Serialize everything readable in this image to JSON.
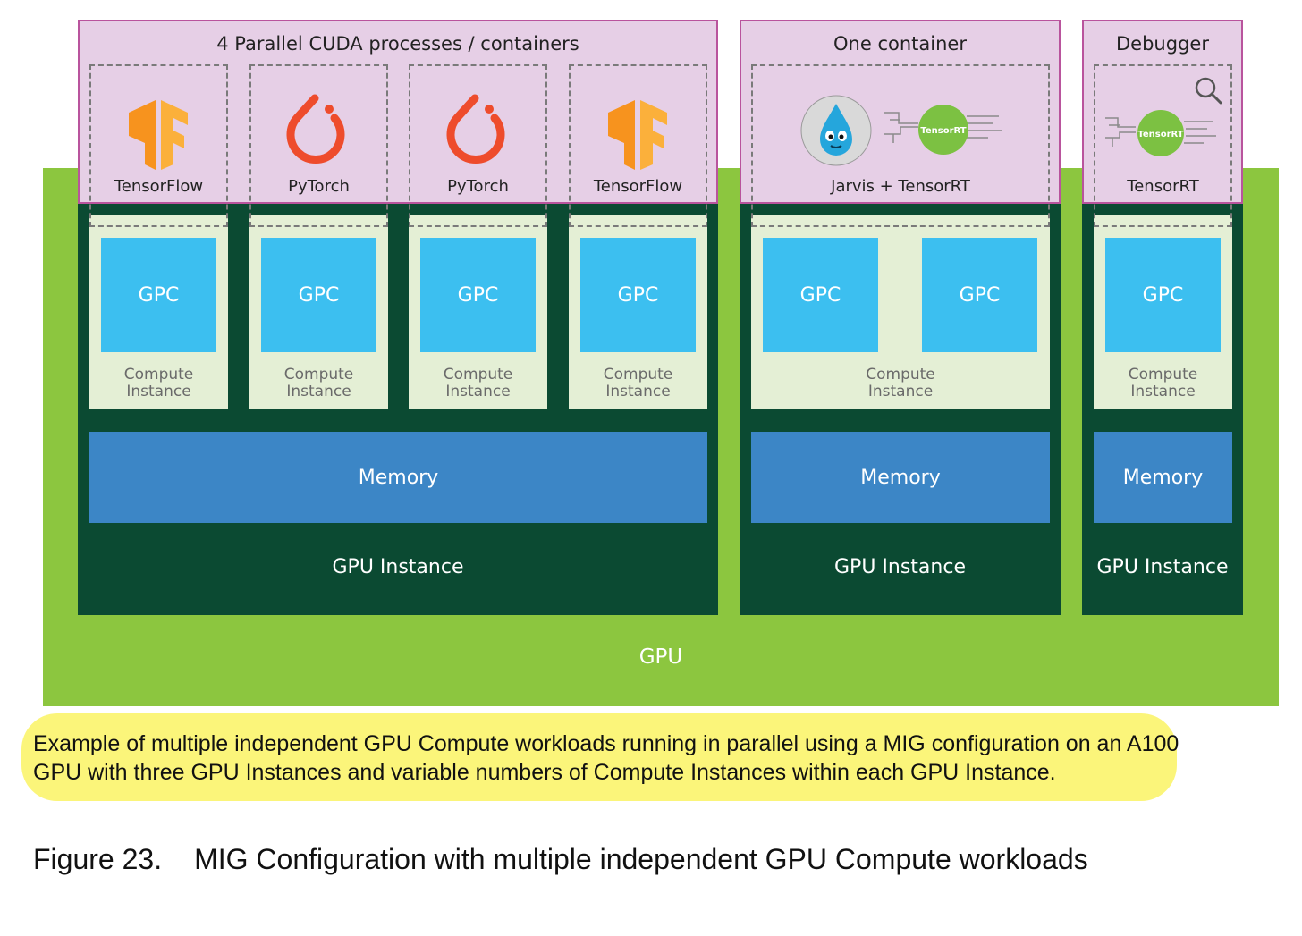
{
  "diagram": {
    "gpu_label": "GPU",
    "instances": [
      {
        "container_title": "4 Parallel CUDA processes / containers",
        "workloads": [
          "TensorFlow",
          "PyTorch",
          "PyTorch",
          "TensorFlow"
        ],
        "compute_instances": [
          {
            "gpcs": [
              "GPC"
            ],
            "label_line1": "Compute",
            "label_line2": "Instance"
          },
          {
            "gpcs": [
              "GPC"
            ],
            "label_line1": "Compute",
            "label_line2": "Instance"
          },
          {
            "gpcs": [
              "GPC"
            ],
            "label_line1": "Compute",
            "label_line2": "Instance"
          },
          {
            "gpcs": [
              "GPC"
            ],
            "label_line1": "Compute",
            "label_line2": "Instance"
          }
        ],
        "memory_label": "Memory",
        "instance_label": "GPU Instance"
      },
      {
        "container_title": "One container",
        "workload": "Jarvis + TensorRT",
        "compute_instance": {
          "gpcs": [
            "GPC",
            "GPC"
          ],
          "label_line1": "Compute",
          "label_line2": "Instance"
        },
        "memory_label": "Memory",
        "instance_label": "GPU Instance"
      },
      {
        "container_title": "Debugger",
        "workload": "TensorRT",
        "compute_instance": {
          "gpcs": [
            "GPC"
          ],
          "label_line1": "Compute",
          "label_line2": "Instance"
        },
        "memory_label": "Memory",
        "instance_label": "GPU Instance"
      }
    ],
    "tensorrt_badge": "TensorRT"
  },
  "caption": "Example of multiple independent GPU Compute workloads running in parallel using a MIG configuration on an A100 GPU with three GPU Instances and variable numbers of Compute Instances within each GPU Instance.",
  "figure": {
    "number": "Figure 23.",
    "title": "MIG Configuration with multiple independent GPU Compute workloads"
  },
  "colors": {
    "gpu_green": "#8cc63f",
    "gpu_instance_dark": "#0b4a32",
    "container_pink": "#e6cfe6",
    "container_border": "#b9549d",
    "compute_instance_bg": "#e4efd5",
    "gpc_blue": "#3cbff0",
    "memory_blue": "#3c86c6",
    "tensorflow_orange": "#f7931e",
    "pytorch_red": "#ee4c2c",
    "highlight_yellow": "#fbf57a"
  }
}
